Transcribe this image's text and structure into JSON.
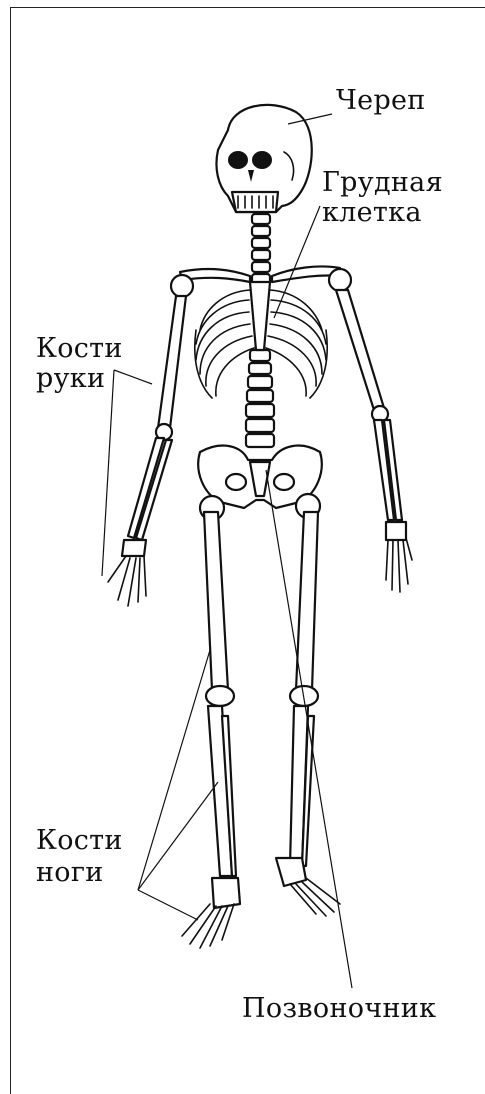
{
  "labels": {
    "skull": "Череп",
    "ribcage_line1": "Грудная",
    "ribcage_line2": "клетка",
    "arm_line1": "Кости",
    "arm_line2": "руки",
    "leg_line1": "Кости",
    "leg_line2": "ноги",
    "spine": "Позвоночник"
  },
  "colors": {
    "ink": "#111111",
    "paper": "#ffffff"
  }
}
